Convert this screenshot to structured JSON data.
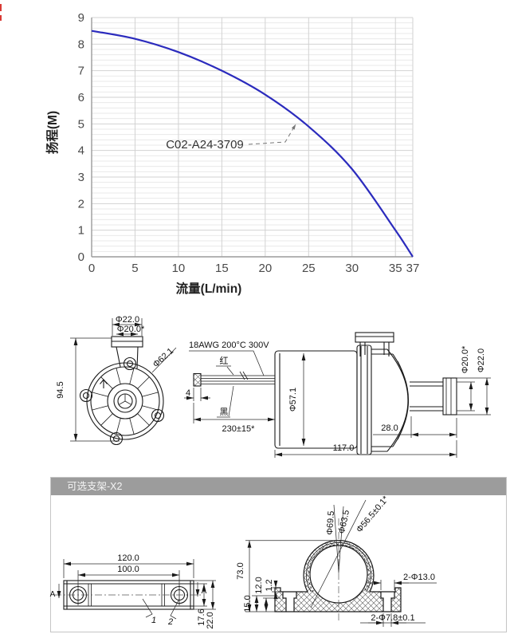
{
  "chart": {
    "ylabel": "扬程(M)",
    "xlabel": "流量(L/min)",
    "annotation": "C02-A24-3709"
  },
  "chart_data": {
    "type": "line",
    "title": "",
    "xlabel": "流量(L/min)",
    "ylabel": "扬程(M)",
    "xlim": [
      0,
      37
    ],
    "ylim": [
      0,
      9
    ],
    "x_ticks": [
      0,
      5,
      10,
      15,
      20,
      25,
      30,
      35,
      37
    ],
    "y_ticks": [
      0,
      1,
      2,
      3,
      4,
      5,
      6,
      7,
      8,
      9
    ],
    "grid": true,
    "legend_position": "none",
    "annotation": "C02-A24-3709",
    "series": [
      {
        "name": "C02-A24-3709",
        "x": [
          0,
          5,
          10,
          15,
          20,
          25,
          30,
          35,
          37
        ],
        "y": [
          8.5,
          8.2,
          7.7,
          7.0,
          6.1,
          4.9,
          3.3,
          1.0,
          0
        ],
        "color": "#2b2bbd"
      }
    ]
  },
  "front_view": {
    "outlet_od": "Φ22.0",
    "outlet_id": "Φ20.0*",
    "height": "94.5",
    "body_diameter": "Φ62.1"
  },
  "side_view": {
    "wire_spec": "18AWG 200°C 300V",
    "wire_red_label": "红",
    "wire_black_label": "黑",
    "wire_width": "4",
    "wire_length": "230±15*",
    "body_diameter": "Φ57.1",
    "outlet_id": "Φ20.0*",
    "outlet_od": "Φ22.0",
    "outlet_length": "28.0",
    "total_length": "117.0"
  },
  "bracket": {
    "title": "可选支架-X2",
    "top_view": {
      "length": "120.0",
      "hole_spacing": "100.0",
      "height_inner": "17.6",
      "height_outer": "22.0",
      "callout_1": "1",
      "callout_2": "2",
      "section_label": "A"
    },
    "section_view": {
      "height": "73.0",
      "base_height": "15.0",
      "step_height": "12.0",
      "lip_thickness": "1.2",
      "outer_diameter": "Φ69.5",
      "mid_diameter": "Φ63.5",
      "bore_diameter": "Φ56.5±0.1*",
      "flange_holes": "2-Φ13.0",
      "base_holes": "2-Φ7.8±0.1"
    }
  }
}
